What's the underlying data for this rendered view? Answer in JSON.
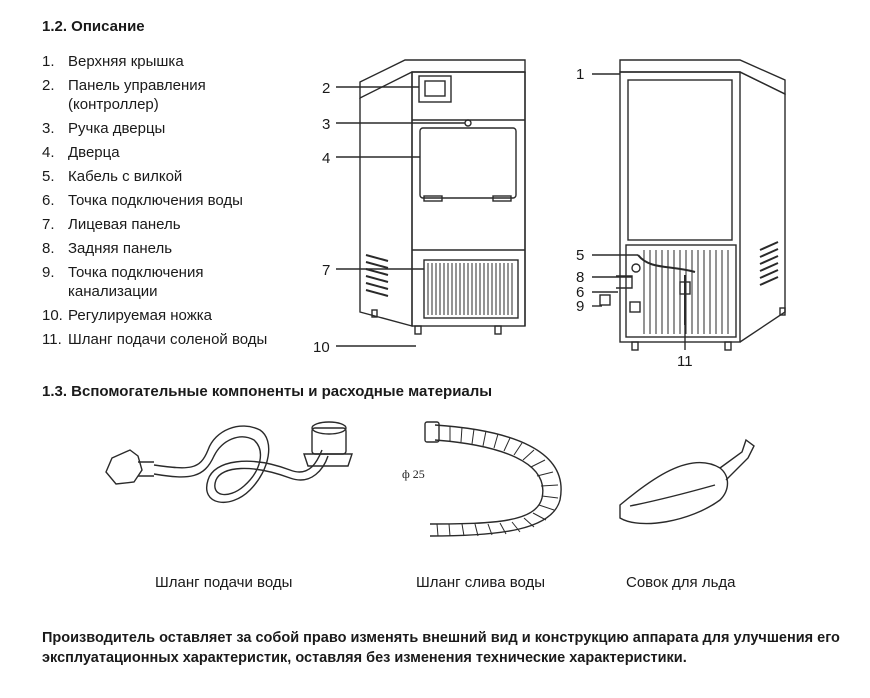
{
  "section_description": {
    "title": "1.2. Описание"
  },
  "parts": [
    {
      "num": "1.",
      "label": "Верхняя крышка"
    },
    {
      "num": "2.",
      "label": "Панель управления (контроллер)"
    },
    {
      "num": "3.",
      "label": "Ручка дверцы"
    },
    {
      "num": "4.",
      "label": "Дверца"
    },
    {
      "num": "5.",
      "label": "Кабель с вилкой"
    },
    {
      "num": "6.",
      "label": "Точка подключения воды"
    },
    {
      "num": "7.",
      "label": "Лицевая панель"
    },
    {
      "num": "8.",
      "label": "Задняя панель"
    },
    {
      "num": "9.",
      "label": "Точка подключения канализации"
    },
    {
      "num": "10.",
      "label": "Регулируемая ножка"
    },
    {
      "num": "11.",
      "label": "Шланг подачи соленой воды"
    }
  ],
  "callouts": {
    "front": {
      "c2": "2",
      "c3": "3",
      "c4": "4",
      "c7": "7",
      "c10": "10"
    },
    "back": {
      "c1": "1",
      "c5": "5",
      "c8": "8",
      "c6": "6",
      "c9": "9",
      "c11": "11"
    }
  },
  "section_accessories": {
    "title": "1.3. Вспомогательные компоненты и расходные материалы"
  },
  "accessories": {
    "water_inlet_hose": "Шланг подачи воды",
    "drain_hose": "Шланг слива воды",
    "drain_diameter": "ф 25",
    "ice_scoop": "Совок для льда"
  },
  "notice": "Производитель оставляет за собой право изменять внешний вид и конструкцию аппарата для улучшения его эксплуатационных характеристик, оставляя без изменения технические характеристики."
}
